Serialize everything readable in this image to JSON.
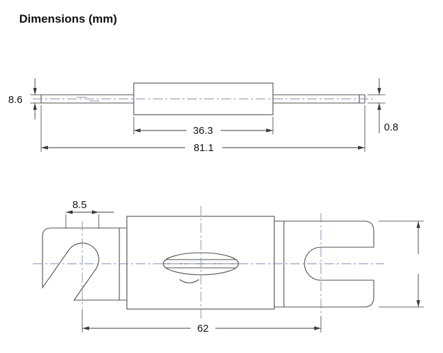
{
  "title": "Dimensions (mm)",
  "colors": {
    "object_line": "#4d4d4d",
    "centerline": "#7a8ab0",
    "dimension_line": "#3a3a3a",
    "text": "#111111",
    "background": "#ffffff"
  },
  "dimensions": {
    "side_view": {
      "lead_height": "8.6",
      "body_length": "36.3",
      "total_length": "81.1",
      "terminal_thickness": "0.8"
    },
    "top_view": {
      "slot_width": "8.5",
      "mounting_centers": "62"
    }
  }
}
